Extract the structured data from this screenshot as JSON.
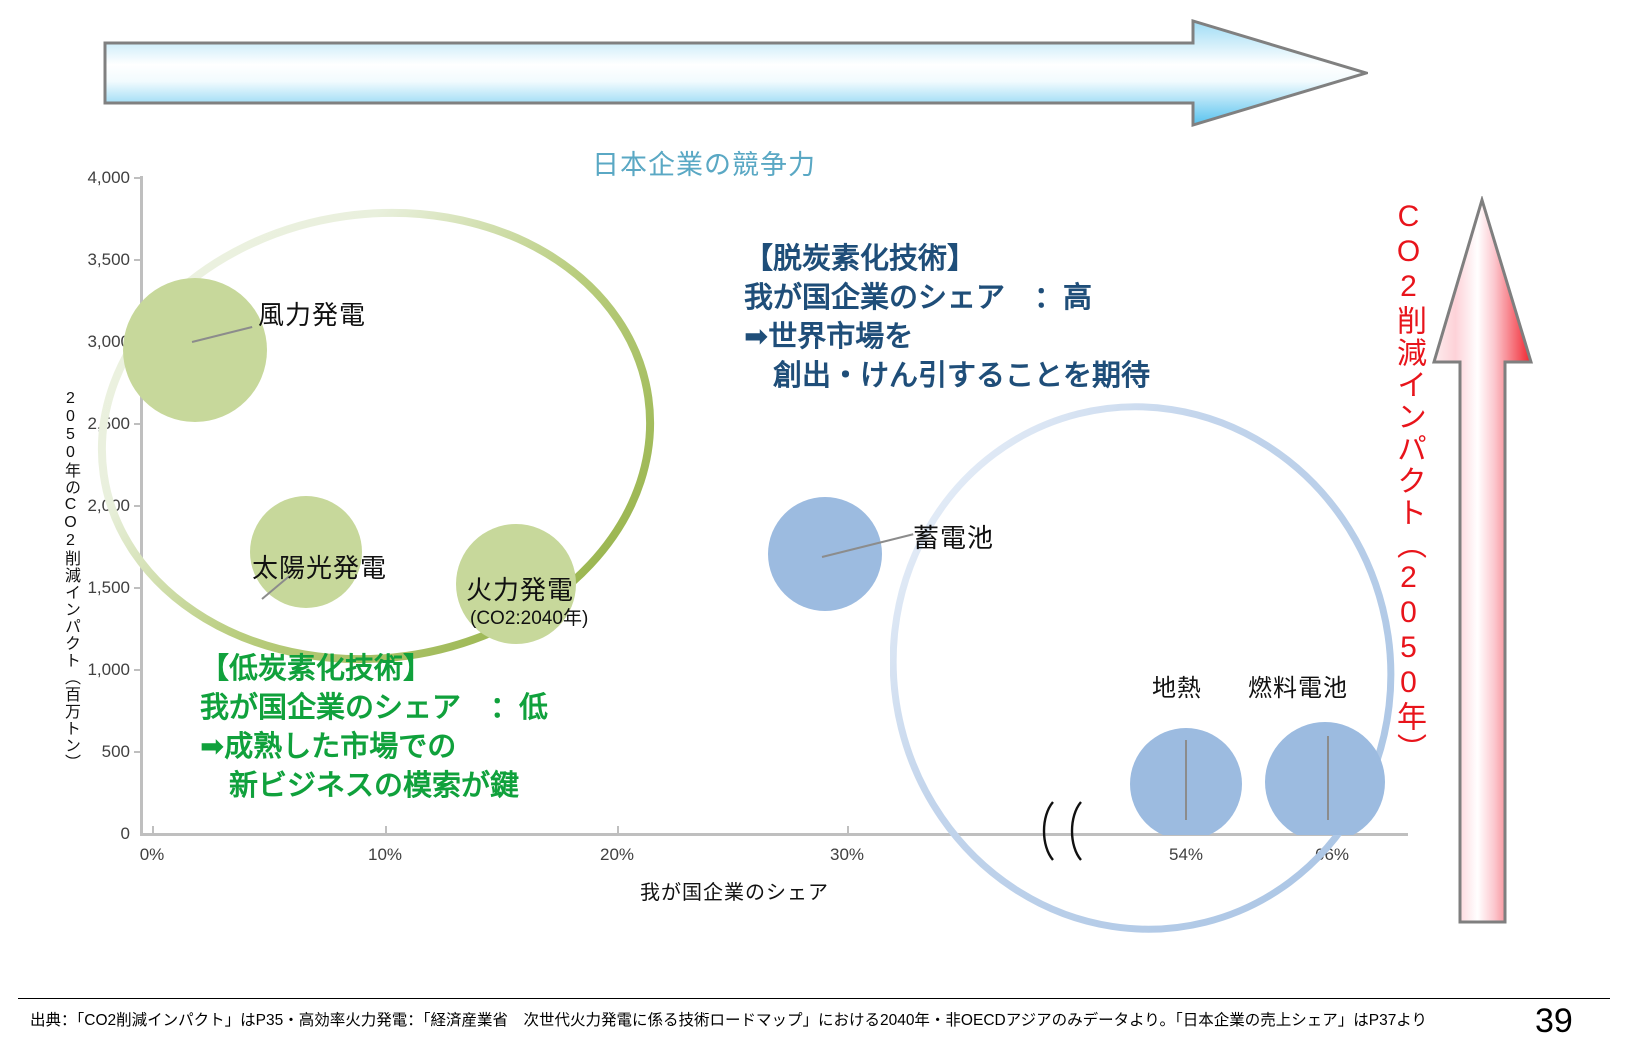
{
  "slide": {
    "page_number": "39",
    "footnote": "出典：「CO2削減インパクト」はP35・高効率火力発電：「経済産業省　次世代火力発電に係る技術ロードマップ」における2040年・非OECDアジアのみデータより。「日本企業の売上シェア」はP37より"
  },
  "top_arrow": {
    "name": "competitiveness-arrow"
  },
  "right_arrow": {
    "label": "CO2削減インパクト（2050年）",
    "color": "#e8141b"
  },
  "annotations": {
    "green": "【低炭素化技術】\n我が国企業のシェア　：低\n➡成熟した市場での\n　新ビジネスの模索が鍵",
    "blue": "【脱炭素化技術】\n我が国企業のシェア　：高\n➡世界市場を\n　創出・けん引することを期待",
    "green_color": "#10a13c",
    "blue_color": "#1f4e79"
  },
  "chart_data": {
    "type": "scatter",
    "title": "日本企業の競争力",
    "xlabel": "我が国企業のシェア",
    "ylabel": "2050年のCO2削減インパクト（百万トン）",
    "xlim": [
      0,
      70
    ],
    "ylim": [
      0,
      4000
    ],
    "grid": false,
    "legend": "none",
    "axis_break": true,
    "axis_break_note": "軸の省略（30%〜50%）",
    "ytick_labels": [
      "0",
      "500",
      "1,000",
      "1,500",
      "2,000",
      "2,500",
      "3,000",
      "3,500",
      "4,000"
    ],
    "ytick_values": [
      0,
      500,
      1000,
      1500,
      2000,
      2500,
      3000,
      3500,
      4000
    ],
    "xtick_labels": [
      "0%",
      "10%",
      "20%",
      "30%",
      "54%",
      "66%"
    ],
    "xtick_values": [
      0,
      10,
      20,
      30,
      54,
      66
    ],
    "points": [
      {
        "label": "風力発電",
        "sublabel": "",
        "x": 1,
        "y": 3000,
        "size": 2,
        "group": "low-carbon",
        "color": "#c7d89b"
      },
      {
        "label": "太陽光発電",
        "sublabel": "",
        "x": 7,
        "y": 1700,
        "size": 1.4,
        "group": "low-carbon",
        "color": "#c7d89b"
      },
      {
        "label": "火力発電",
        "sublabel": "(CO2:2040年)",
        "x": 16,
        "y": 1550,
        "size": 1.3,
        "group": "low-carbon",
        "color": "#c7d89b"
      },
      {
        "label": "蓄電池",
        "sublabel": "",
        "x": 29,
        "y": 1700,
        "size": 1.4,
        "group": "decarbon",
        "color": "#9cbbe0"
      },
      {
        "label": "地熱",
        "sublabel": "",
        "x": 54,
        "y": 300,
        "size": 1.2,
        "group": "decarbon",
        "color": "#9cbbe0"
      },
      {
        "label": "燃料電池",
        "sublabel": "",
        "x": 66,
        "y": 330,
        "size": 1.3,
        "group": "decarbon",
        "color": "#9cbbe0"
      }
    ],
    "groups": [
      {
        "name": "low-carbon",
        "color": "#8fad3f",
        "label": "低炭素化技術"
      },
      {
        "name": "decarbon",
        "color": "#9cbbe0",
        "label": "脱炭素化技術"
      }
    ]
  }
}
